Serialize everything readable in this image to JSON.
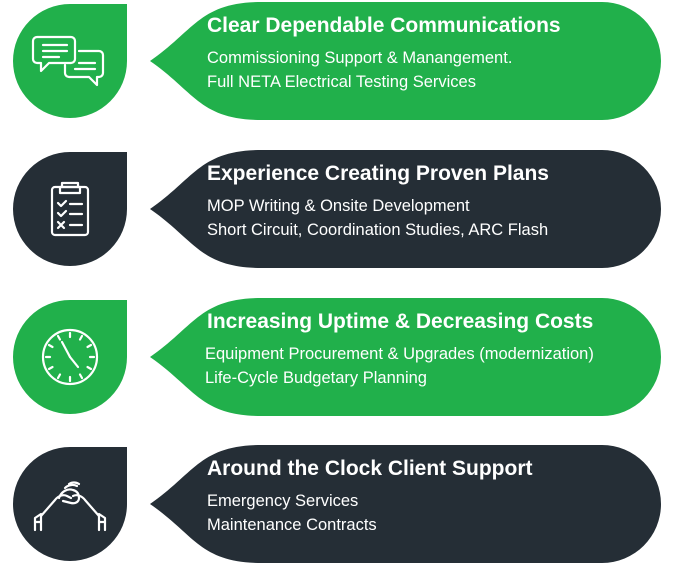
{
  "colors": {
    "green": "#21b04b",
    "dark": "#252e36",
    "text": "#ffffff"
  },
  "rows": [
    {
      "icon": "chat-bubbles-icon",
      "color": "green",
      "title": "Clear Dependable Communications",
      "lines": [
        "Commissioning Support & Manangement.",
        "Full NETA Electrical Testing Services"
      ]
    },
    {
      "icon": "clipboard-checklist-icon",
      "color": "dark",
      "title": "Experience Creating Proven Plans",
      "lines": [
        "MOP Writing & Onsite Development",
        "Short Circuit, Coordination Studies, ARC Flash"
      ]
    },
    {
      "icon": "clock-icon",
      "color": "green",
      "title": "Increasing Uptime & Decreasing Costs",
      "lines": [
        "Equipment Procurement & Upgrades (modernization)",
        "Life-Cycle Budgetary Planning"
      ]
    },
    {
      "icon": "handshake-icon",
      "color": "dark",
      "title": "Around the Clock Client Support",
      "lines": [
        "Emergency Services",
        "Maintenance Contracts"
      ]
    }
  ]
}
